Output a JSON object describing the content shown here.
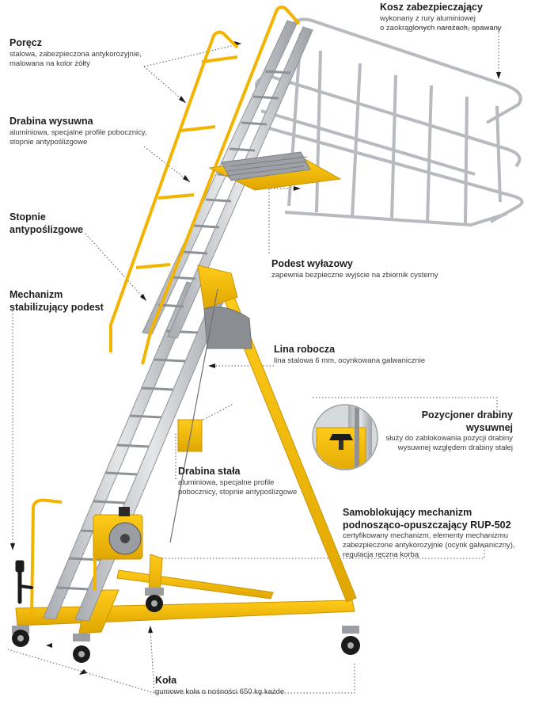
{
  "labels": {
    "porecz": {
      "title": "Poręcz",
      "lines": [
        "stalowa, zabezpieczona antykorozyjnie,",
        "malowana na kolor żółty"
      ]
    },
    "drabina_wysuwna": {
      "title": "Drabina wysuwna",
      "lines": [
        "aluminiowa, specjalne profile pobocznicy,",
        "stopnie antypoślizgowe"
      ]
    },
    "stopnie": {
      "title_lines": [
        "Stopnie",
        "antypoślizgowe"
      ]
    },
    "mechanizm_stab": {
      "title_lines": [
        "Mechanizm",
        "stabilizujący podest"
      ]
    },
    "kosz": {
      "title": "Kosz zabezpieczający",
      "lines": [
        "wykonany z rury aluminiowej",
        "o zaokrąglonych narożach, spawany"
      ]
    },
    "podest": {
      "title": "Podest wyłazowy",
      "lines": [
        "zapewnia bezpieczne wyjście na zbiornik cysterny"
      ]
    },
    "lina": {
      "title": "Lina robocza",
      "lines": [
        "lina stalowa 6 mm, ocynkowana galwanicznie"
      ]
    },
    "pozycjoner": {
      "title": "Pozycjoner drabiny wysuwnej",
      "lines": [
        "służy do zablokowania pozycji drabiny",
        "wysuwnej względem drabiny stałej"
      ]
    },
    "drabina_stala": {
      "title": "Drabina stała",
      "lines": [
        "aluminiowa, specjalne profile",
        "pobocznicy, stopnie antypoślizgowe"
      ]
    },
    "mechanizm_podn": {
      "title_lines": [
        "Samoblokujący mechanizm",
        "podnosząco-opuszczający RUP-502"
      ],
      "lines": [
        "certyfikowany mechanizm, elementy mechanizmu",
        "zabezpieczone antykorozyjnie (ocynk galwaniczny),",
        "regulacja ręczna korbą"
      ]
    },
    "kola": {
      "title": "Koła",
      "lines": [
        "gumowe koła o nośności 650 kg każde"
      ]
    }
  },
  "colors": {
    "yellow": "#f5b800",
    "yellow_dark": "#c99400",
    "aluminium": "#c9ccd0",
    "aluminium_dark": "#8e9297",
    "black": "#1b1b1b",
    "leader": "#555555"
  },
  "icons": [
    "crank-handle-icon",
    "winch-drum-icon",
    "caster-wheel-icon",
    "lock-knob-icon"
  ]
}
